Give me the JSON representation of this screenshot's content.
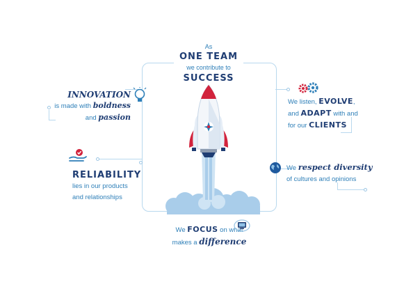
{
  "center_top": {
    "line1": "As",
    "line2": "ONE TEAM",
    "line3": "we contribute to",
    "line4": "SUCCESS"
  },
  "innovation": {
    "heading": "INNOVATION",
    "line2_pre": "is made with ",
    "line2_em": "boldness",
    "line3_pre": "and ",
    "line3_em": "passion"
  },
  "evolve": {
    "line1_pre": "We listen, ",
    "line1_em": "EVOLVE",
    "line1_post": ",",
    "line2_pre": "and ",
    "line2_em": "ADAPT",
    "line2_post": " with and",
    "line3_pre": "for our ",
    "line3_em": "CLIENTS"
  },
  "reliability": {
    "heading": "RELIABILITY",
    "line2": "lies in our products",
    "line3": "and relationships"
  },
  "diversity": {
    "line1_pre": "We ",
    "line1_em": "respect diversity",
    "line2": "of cultures and opinions"
  },
  "focus": {
    "line1_pre": "We ",
    "line1_em": "FOCUS",
    "line1_post": " on what",
    "line2_pre": "makes a ",
    "line2_em": "difference"
  },
  "icons": [
    "lightbulb-icon",
    "gears-icon",
    "hand-check-icon",
    "globe-icon",
    "focus-screen-icon",
    "rocket-illustration",
    "cloud-illustration"
  ],
  "colors": {
    "light_blue": "#2e7fb8",
    "navy": "#1f3d73",
    "red": "#d2233c",
    "frame": "#b8d8ee",
    "cloud": "#a9cdea"
  }
}
